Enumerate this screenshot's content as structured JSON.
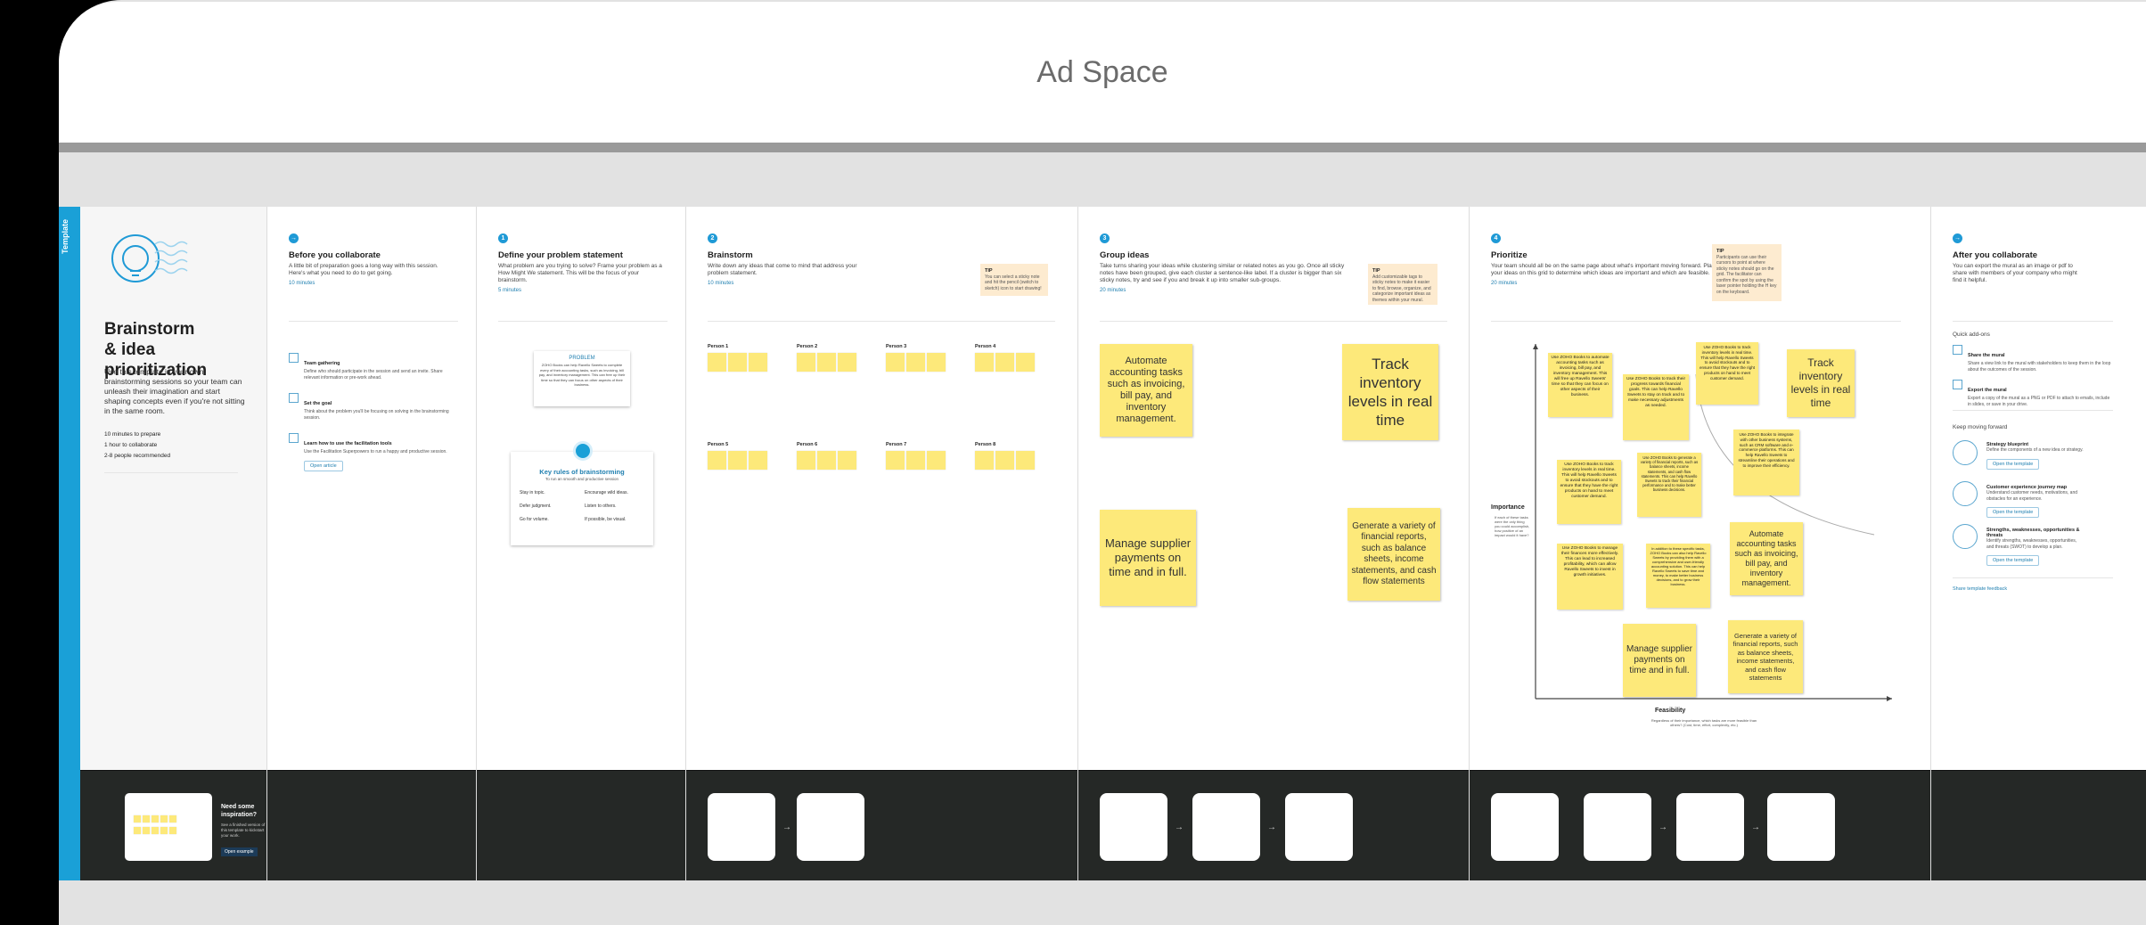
{
  "ad": {
    "label": "Ad Space"
  },
  "sidebar": {
    "label": "Template"
  },
  "intro": {
    "title": "Brainstorm\n& idea prioritization",
    "desc": "Use this template in your own brainstorming sessions so your team can unleash their imagination and start shaping concepts even if you're not sitting in the same room.",
    "stats": [
      "10 minutes to prepare",
      "1 hour to collaborate",
      "2-8 people recommended"
    ],
    "promo_title": "Need some inspiration?",
    "promo_text": "See a finished version of this template to kickstart your work.",
    "promo_button": "Open example"
  },
  "before": {
    "step": "→",
    "title": "Before you collaborate",
    "desc": "A little bit of preparation goes a long way with this session. Here's what you need to do to get going.",
    "time": "10 minutes",
    "items": [
      {
        "title": "Team gathering",
        "text": "Define who should participate in the session and send an invite. Share relevant information or pre-work ahead."
      },
      {
        "title": "Set the goal",
        "text": "Think about the problem you'll be focusing on solving in the brainstorming session."
      },
      {
        "title": "Learn how to use the facilitation tools",
        "text": "Use the Facilitation Superpowers to run a happy and productive session."
      }
    ],
    "button": "Open article"
  },
  "define": {
    "step": "1",
    "title": "Define your problem statement",
    "desc": "What problem are you trying to solve? Frame your problem as a How Might We statement. This will be the focus of your brainstorm.",
    "time": "5 minutes",
    "card_title": "PROBLEM",
    "card_text": "ZOHO Books can help Ravello Sweets to complete every of their accounting tasks, such as invoicing, bill pay, and inventory management. This can free up their time so that they can focus on other aspects of their business.",
    "rules_title": "Key rules of brainstorming",
    "rules_sub": "To run an smooth and productive session",
    "rules": [
      "Stay in topic.",
      "Encourage wild ideas.",
      "Defer judgment.",
      "Listen to others.",
      "Go for volume.",
      "If possible, be visual."
    ]
  },
  "brainstorm": {
    "step": "2",
    "title": "Brainstorm",
    "desc": "Write down any ideas that come to mind that address your problem statement.",
    "time": "10 minutes",
    "people": [
      "Person 1",
      "Person 2",
      "Person 3",
      "Person 4",
      "Person 5",
      "Person 6",
      "Person 7",
      "Person 8"
    ],
    "tip_label": "TIP",
    "tip_text": "You can select a sticky note and hit the pencil (switch to sketch) icon to start drawing!"
  },
  "group": {
    "step": "3",
    "title": "Group ideas",
    "desc": "Take turns sharing your ideas while clustering similar or related notes as you go. Once all sticky notes have been grouped, give each cluster a sentence-like label. If a cluster is bigger than six sticky notes, try and see if you and break it up into smaller sub-groups.",
    "time": "20 minutes",
    "tip_label": "TIP",
    "tip_text": "Add customizable tags to sticky notes to make it easier to find, browse, organize, and categorize important ideas as themes within your mural.",
    "notes": [
      "Automate accounting tasks such as invoicing, bill pay, and inventory management.",
      "Track inventory levels in real time",
      "Manage supplier payments on time and in full.",
      "Generate a variety of financial reports, such as balance sheets, income statements, and cash flow statements"
    ]
  },
  "prioritize": {
    "step": "4",
    "title": "Prioritize",
    "desc": "Your team should all be on the same page about what's important moving forward. Place your ideas on this grid to determine which ideas are important and which are feasible.",
    "time": "20 minutes",
    "tip_label": "TIP",
    "tip_text": "Participants can use their cursors to point at where sticky notes should go on the grid. The facilitator can confirm the spot by using the laser pointer holding the H key on the keyboard.",
    "y_label": "Importance",
    "y_desc": "If each of these tasks were the only thing you could accomplish, how positive of an impact would it have?",
    "x_label": "Feasibility",
    "x_desc": "Regardless of their importance, which tasks are more feasible than others? (Cost, time, effort, complexity, etc.)",
    "notes": [
      "Use ZOHO Books to automate accounting tasks such as invoicing, bill pay, and inventory management. This will free up Ravello Sweets' time so that they can focus on other aspects of their business.",
      "Use ZOHO Books to track their progress towards financial goals. This can help Ravello Sweets to stay on track and to make necessary adjustments as needed.",
      "Use ZOHO Books to track inventory levels in real time. This will help Ravello Sweets to avoid stockouts and to ensure that they have the right products on hand to meet customer demand.",
      "Track inventory levels in real time",
      "Use ZOHO Books to track inventory levels in real time. This will help Ravello Sweets to avoid stockouts and to ensure that they have the right products on hand to meet customer demand.",
      "Use ZOHO Books to generate a variety of financial reports, such as balance sheets, income statements, and cash flow statements. This can help Ravello Sweets to track their financial performance and to make better business decisions.",
      "Use ZOHO Books to integrate with other business systems, such as CRM software and e-commerce platforms. This can help Ravello Sweets to streamline their operations and to improve their efficiency.",
      "Use ZOHO Books to manage their finances more effectively. This can lead to increased profitability, which can allow Ravello Sweets to invest in growth initiatives.",
      "In addition to these specific tasks, ZOHO Books can also help Ravello Sweets by providing them with a comprehensive and user-friendly accounting solution. This can help Ravello Sweets to save time and money, to make better business decisions, and to grow their business.",
      "Automate accounting tasks such as invoicing, bill pay, and inventory management.",
      "Manage supplier payments on time and in full.",
      "Generate a variety of financial reports, such as balance sheets, income statements, and cash flow statements"
    ]
  },
  "after": {
    "step": "→",
    "title": "After you collaborate",
    "desc": "You can export the mural as an image or pdf to share with members of your company who might find it helpful.",
    "addons_title": "Quick add-ons",
    "addons": [
      {
        "title": "Share the mural",
        "text": "Share a view link to the mural with stakeholders to keep them in the loop about the outcomes of the session."
      },
      {
        "title": "Export the mural",
        "text": "Export a copy of the mural as a PNG or PDF to attach to emails, include in slides, or save in your drive."
      }
    ],
    "forward_title": "Keep moving forward",
    "forward": [
      {
        "title": "Strategy blueprint",
        "text": "Define the components of a new idea or strategy.",
        "button": "Open the template"
      },
      {
        "title": "Customer experience journey map",
        "text": "Understand customer needs, motivations, and obstacles for an experience.",
        "button": "Open the template"
      },
      {
        "title": "Strengths, weaknesses, opportunities & threats",
        "text": "Identify strengths, weaknesses, opportunities, and threats (SWOT) to develop a plan.",
        "button": "Open the template"
      }
    ],
    "feedback": "Share template feedback"
  }
}
